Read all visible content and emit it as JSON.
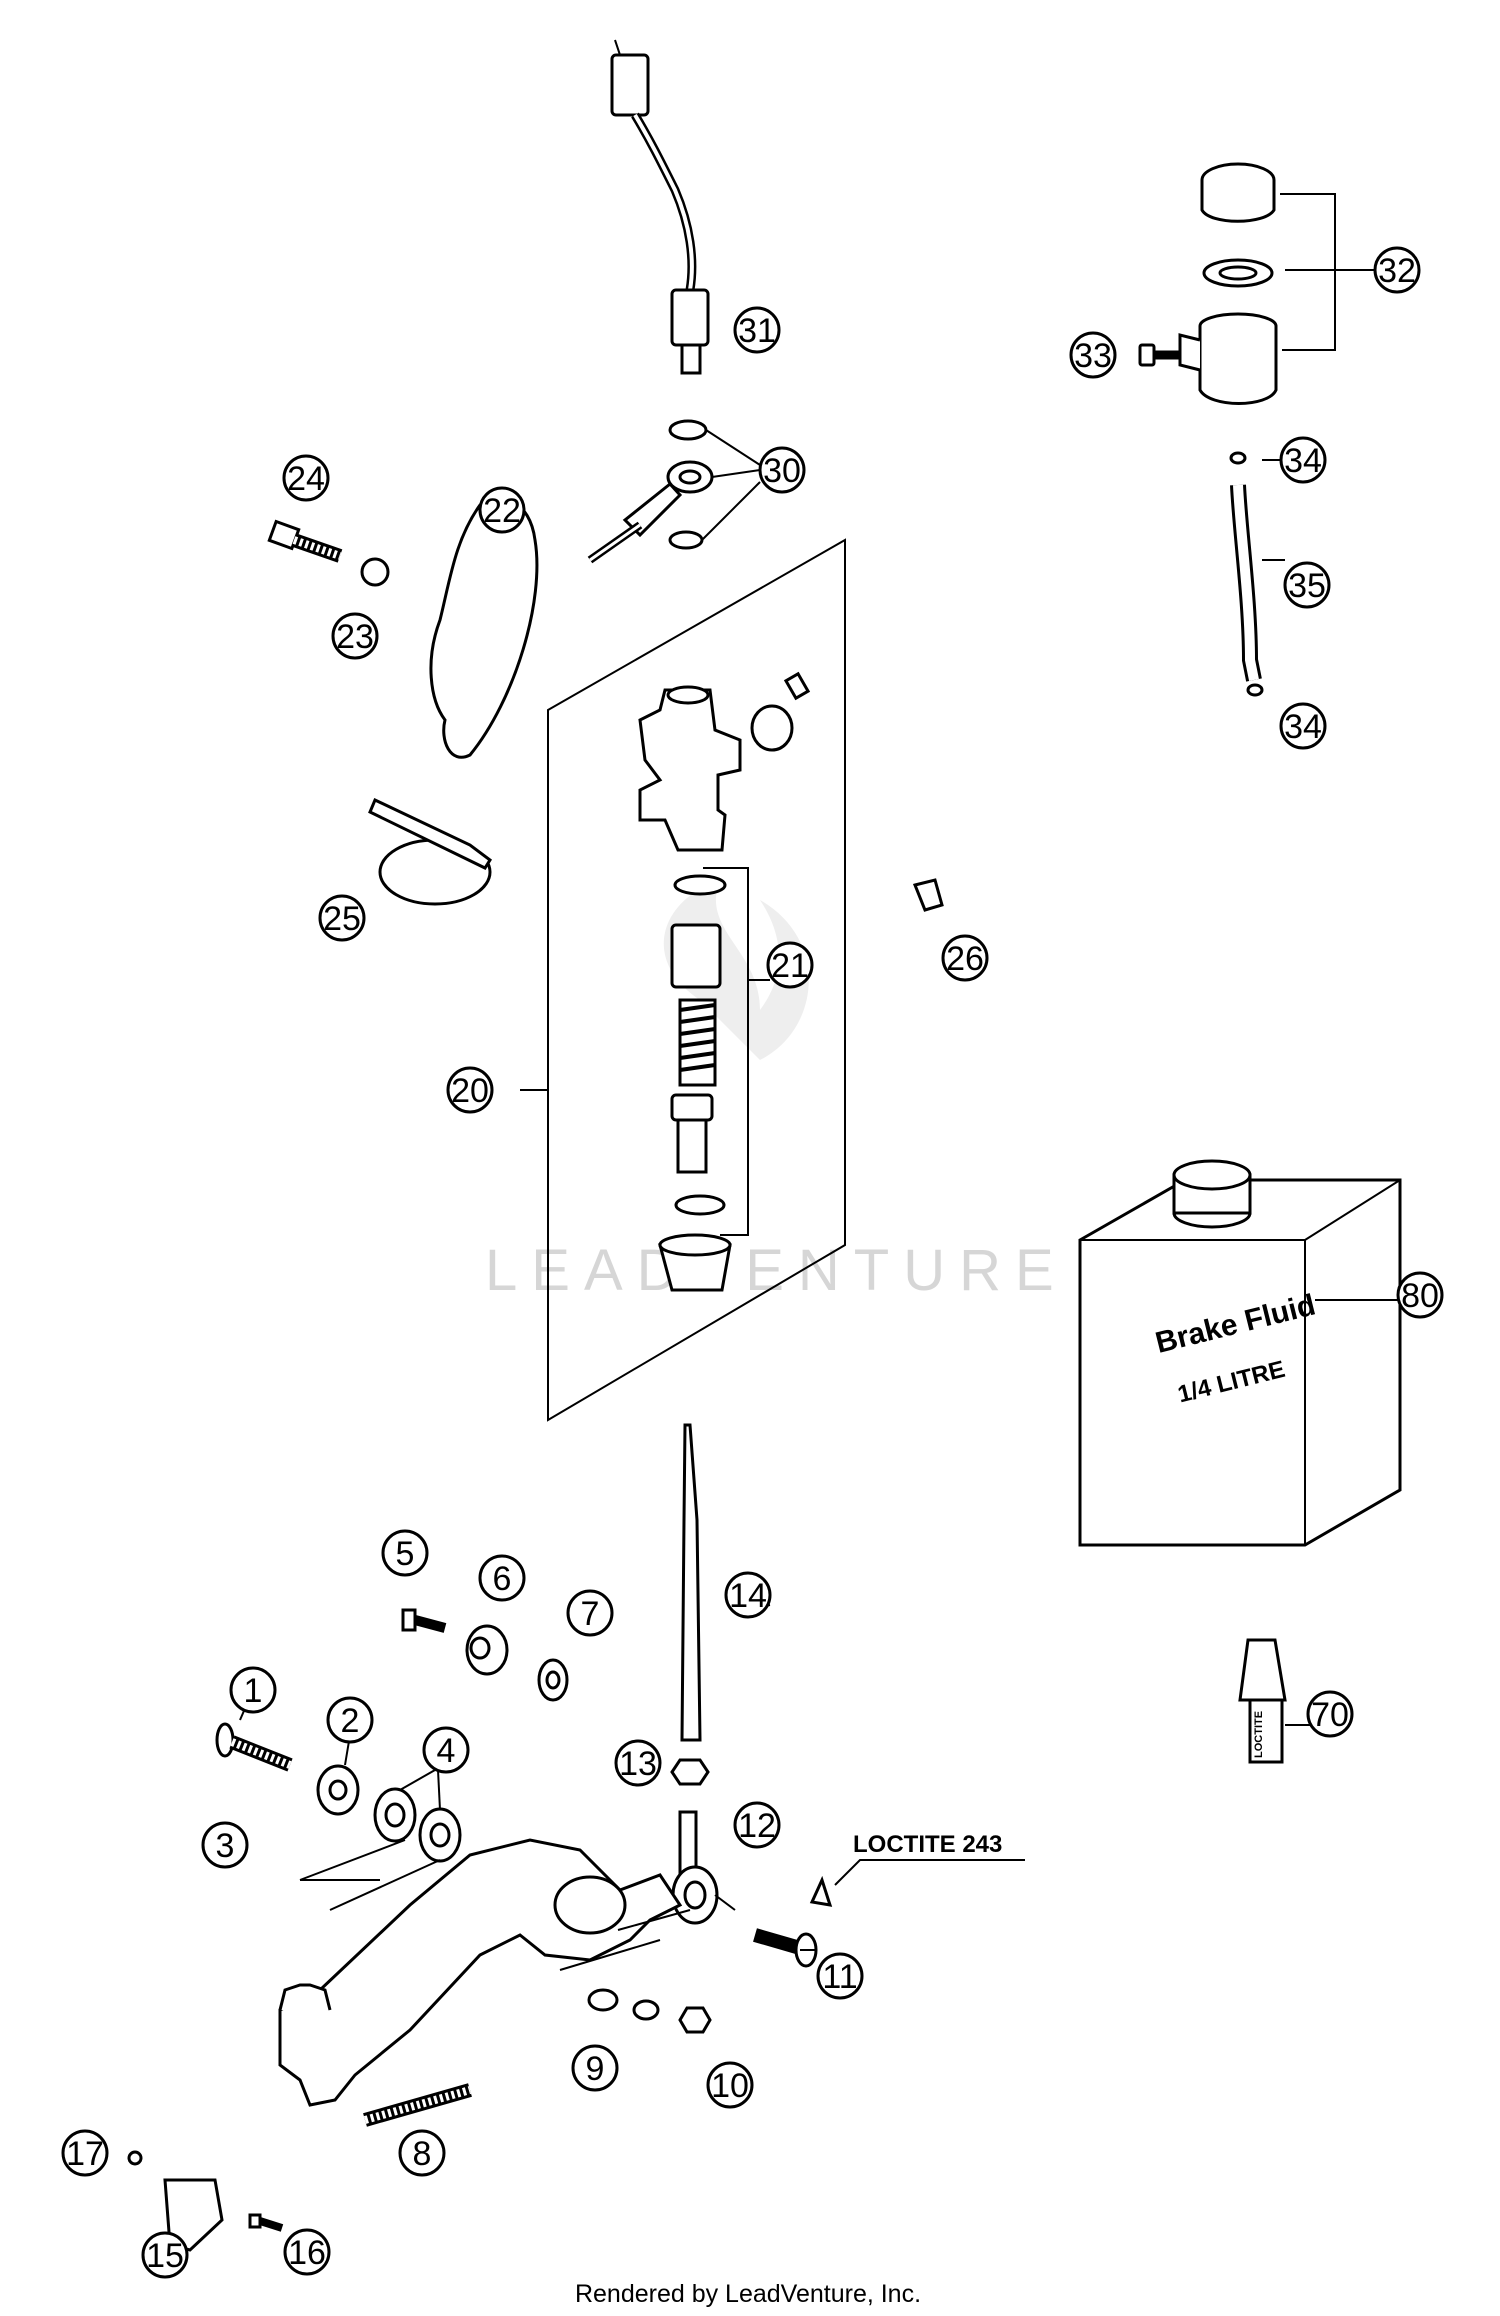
{
  "callouts": {
    "c1": "1",
    "c2": "2",
    "c3": "3",
    "c4": "4",
    "c5": "5",
    "c6": "6",
    "c7": "7",
    "c8": "8",
    "c9": "9",
    "c10": "10",
    "c11": "11",
    "c12": "12",
    "c13": "13",
    "c14": "14",
    "c15": "15",
    "c16": "16",
    "c17": "17",
    "c20": "20",
    "c21": "21",
    "c22": "22",
    "c23": "23",
    "c24": "24",
    "c25": "25",
    "c26": "26",
    "c30": "30",
    "c31": "31",
    "c32": "32",
    "c33": "33",
    "c34a": "34",
    "c34b": "34",
    "c35": "35",
    "c70": "70",
    "c80": "80"
  },
  "labels": {
    "loctite": "LOCTITE 243",
    "bottle_line1": "Brake Fluid",
    "bottle_line2": "1/4 LITRE",
    "tube_label": "LOCTITE"
  },
  "watermark": "LEADVENTURE",
  "footer": "Rendered by LeadVenture, Inc."
}
